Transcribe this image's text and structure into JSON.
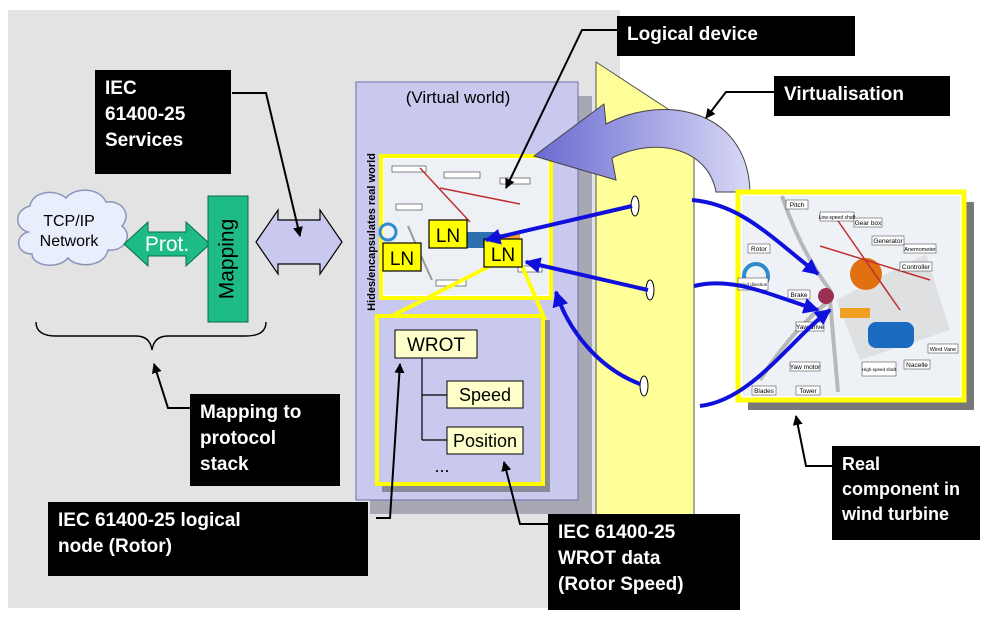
{
  "network": {
    "cloud": [
      "TCP/IP",
      "Network"
    ],
    "prot": "Prot.",
    "mapping": "Mapping"
  },
  "virtual": {
    "title": "(Virtual world)",
    "side": "Hides/encapsulates real world",
    "ln": "LN",
    "wrot": "WROT",
    "speed": "Speed",
    "position": "Position",
    "ellipsis": "..."
  },
  "labels": {
    "services": [
      "IEC",
      "61400-25",
      "Services"
    ],
    "logical_device": "Logical device",
    "virtualisation": "Virtualisation",
    "mapping_stack": [
      "Mapping to",
      "protocol",
      "stack"
    ],
    "logical_node": [
      "IEC 61400-25 logical",
      "node (Rotor)"
    ],
    "wrot_data": [
      "IEC 61400-25",
      "WROT data",
      "(Rotor Speed)"
    ],
    "real_component": [
      "Real",
      "component in",
      "wind turbine"
    ]
  },
  "turbine_parts": {
    "pitch": "Pitch",
    "low_speed_shaft": "Low-speed shaft",
    "gear_box": "Gear box",
    "generator": "Generator",
    "controller": "Controller",
    "anemometer": "Anemometer",
    "rotor": "Rotor",
    "brake": "Brake",
    "wind_direction": "Wind direction",
    "yaw_drive": "Yaw drive",
    "yaw_motor": "Yaw motor",
    "high_speed_shaft": "High-speed shaft",
    "nacelle": "Nacelle",
    "wind_vane": "Wind Vane",
    "blades": "Blades",
    "tower": "Tower"
  },
  "colors": {
    "background_panel": "#e3e3e3",
    "virtual_box": "#c9c9ef",
    "highlight_yellow": "#ffff00",
    "plane_yellow": "#ffff99",
    "mapping_green": "#1fbb85",
    "arrow_blue": "#1010dd",
    "label_bg": "#000000"
  }
}
